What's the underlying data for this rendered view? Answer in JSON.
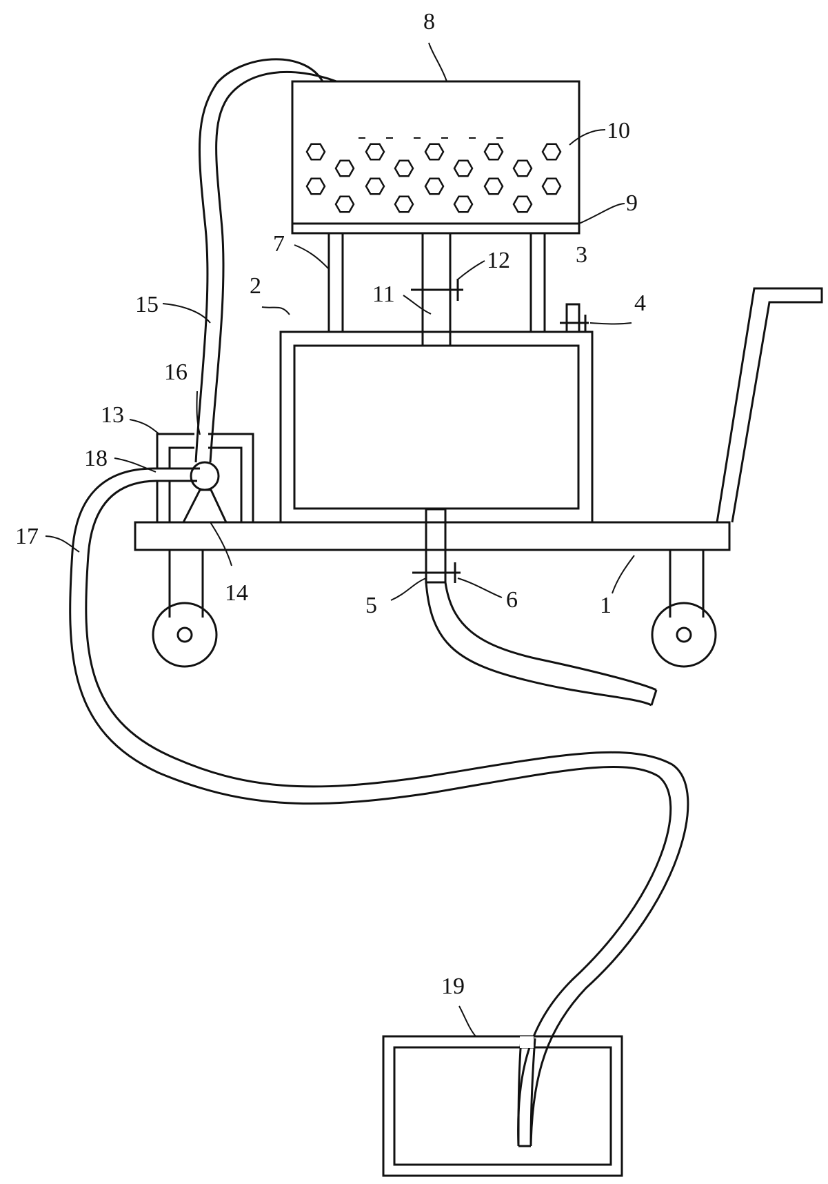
{
  "labels": {
    "l1": "1",
    "l2": "2",
    "l3": "3",
    "l4": "4",
    "l5": "5",
    "l6": "6",
    "l7": "7",
    "l8": "8",
    "l9": "9",
    "l10": "10",
    "l11": "11",
    "l12": "12",
    "l13": "13",
    "l14": "14",
    "l15": "15",
    "l16": "16",
    "l17": "17",
    "l18": "18",
    "l19": "19"
  },
  "colors": {
    "ink": "#111111",
    "background": "#ffffff"
  }
}
